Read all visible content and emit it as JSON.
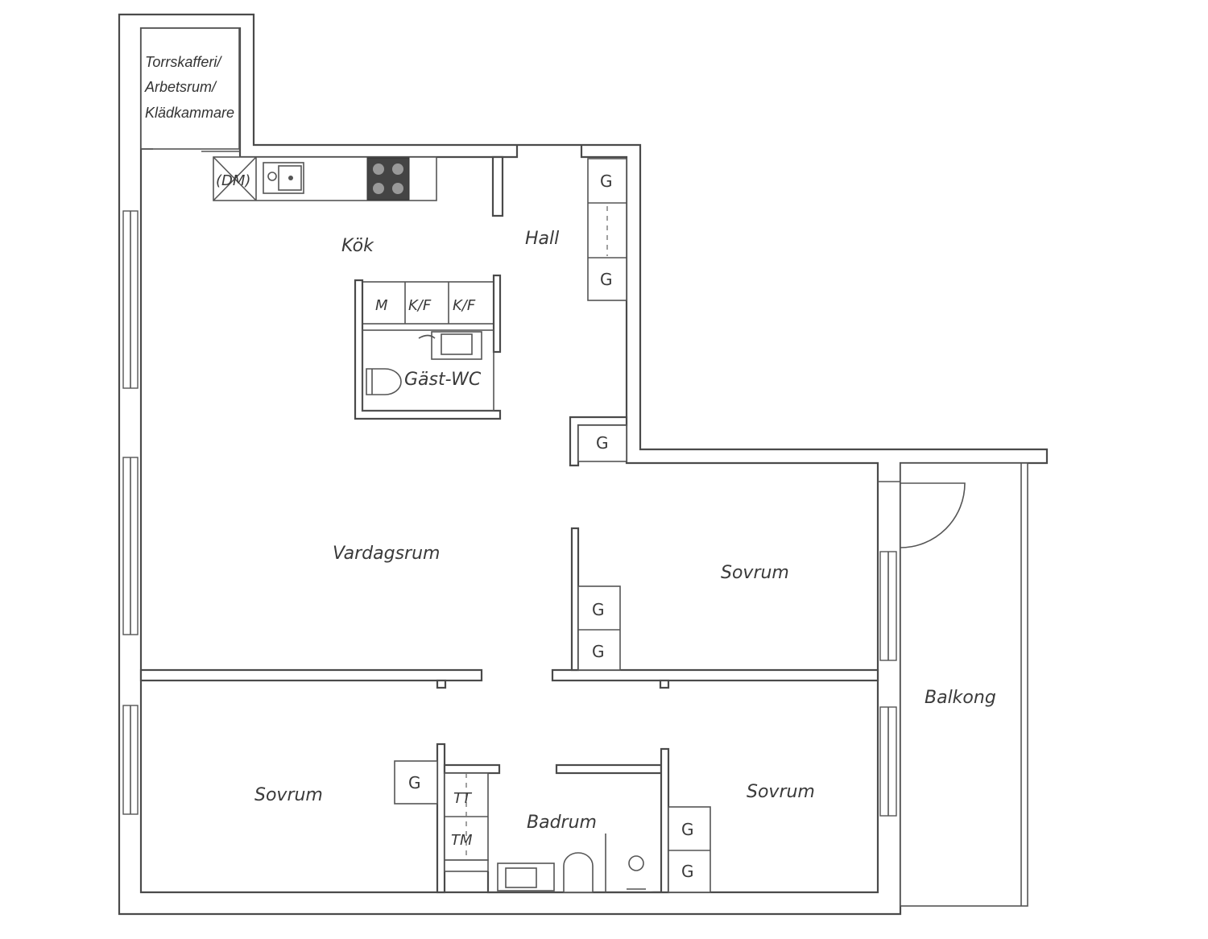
{
  "rooms": {
    "storage": [
      "Torrskafferi/",
      "Arbetsrum/",
      "Klädkammare"
    ],
    "kok": "Kök",
    "hall": "Hall",
    "gast_wc": "Gäst-WC",
    "vardagsrum": "Vardagsrum",
    "sovrum_right": "Sovrum",
    "sovrum_left": "Sovrum",
    "sovrum_bottom_right": "Sovrum",
    "badrum": "Badrum",
    "balkong": "Balkong"
  },
  "fixtures": {
    "dm": "(DM)",
    "m": "M",
    "kf1": "K/F",
    "kf2": "K/F",
    "tt": "TT",
    "tm": "TM",
    "g": "G"
  }
}
